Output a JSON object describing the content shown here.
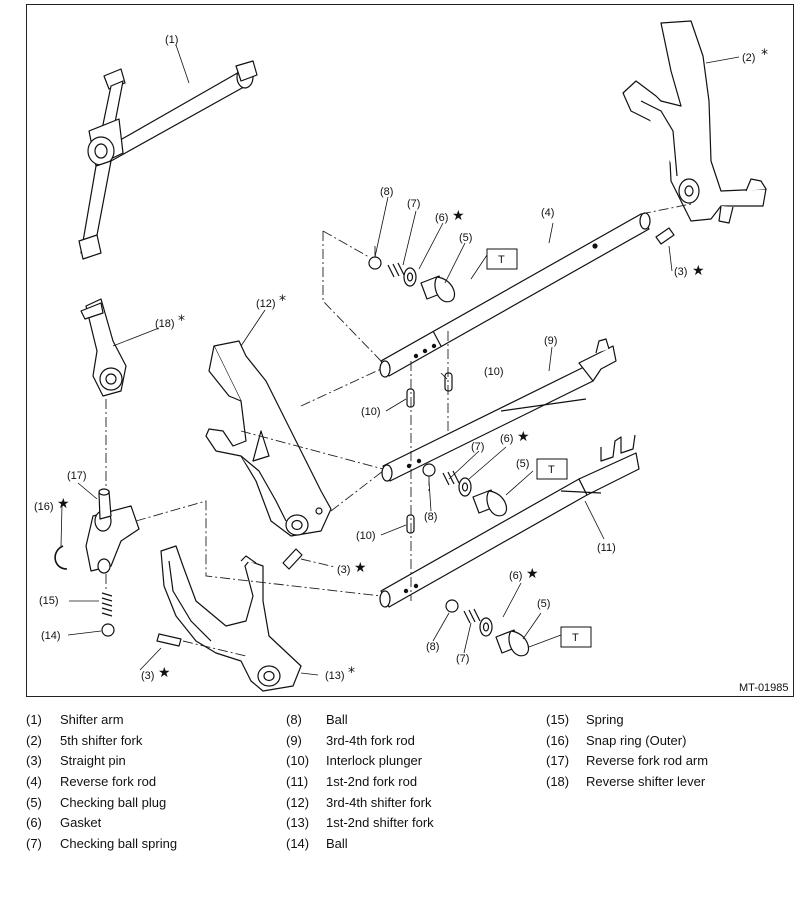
{
  "diagram": {
    "code": "MT-01985",
    "torque_mark": "T",
    "star": "★",
    "asterisk": "*",
    "callouts": {
      "c1": "(1)",
      "c2": "(2)",
      "c3a": "(3)",
      "c3b": "(3)",
      "c3c": "(3)",
      "c4": "(4)",
      "c5a": "(5)",
      "c5b": "(5)",
      "c5c": "(5)",
      "c6a": "(6)",
      "c6b": "(6)",
      "c6c": "(6)",
      "c7a": "(7)",
      "c7b": "(7)",
      "c7c": "(7)",
      "c8a": "(8)",
      "c8b": "(8)",
      "c8c": "(8)",
      "c9": "(9)",
      "c10a": "(10)",
      "c10b": "(10)",
      "c10c": "(10)",
      "c11": "(11)",
      "c12": "(12)",
      "c13": "(13)",
      "c14": "(14)",
      "c15": "(15)",
      "c16": "(16)",
      "c17": "(17)",
      "c18": "(18)"
    }
  },
  "legend": {
    "col1": [
      {
        "num": "(1)",
        "name": "Shifter arm"
      },
      {
        "num": "(2)",
        "name": "5th shifter fork"
      },
      {
        "num": "(3)",
        "name": "Straight pin"
      },
      {
        "num": "(4)",
        "name": "Reverse fork rod"
      },
      {
        "num": "(5)",
        "name": "Checking ball plug"
      },
      {
        "num": "(6)",
        "name": "Gasket"
      },
      {
        "num": "(7)",
        "name": "Checking ball spring"
      }
    ],
    "col2": [
      {
        "num": "(8)",
        "name": "Ball"
      },
      {
        "num": "(9)",
        "name": "3rd-4th fork rod"
      },
      {
        "num": "(10)",
        "name": "Interlock plunger"
      },
      {
        "num": "(11)",
        "name": "1st-2nd fork rod"
      },
      {
        "num": "(12)",
        "name": "3rd-4th shifter fork"
      },
      {
        "num": "(13)",
        "name": "1st-2nd shifter fork"
      },
      {
        "num": "(14)",
        "name": "Ball"
      }
    ],
    "col3": [
      {
        "num": "(15)",
        "name": "Spring"
      },
      {
        "num": "(16)",
        "name": "Snap ring (Outer)"
      },
      {
        "num": "(17)",
        "name": "Reverse fork rod arm"
      },
      {
        "num": "(18)",
        "name": "Reverse shifter lever"
      }
    ]
  }
}
